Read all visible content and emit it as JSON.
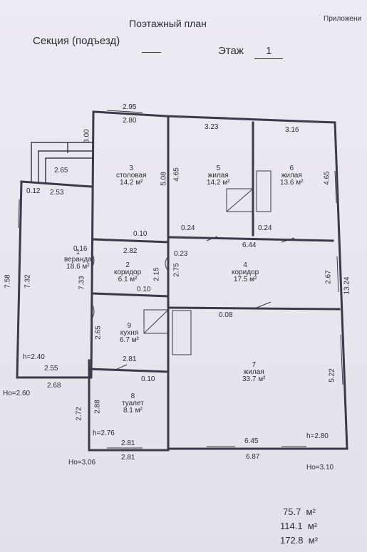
{
  "header": {
    "title": "Поэтажный план",
    "appendix": "Приложени",
    "section_label": "Секция (подъезд)",
    "floor_label": "Этаж",
    "floor_value": "1"
  },
  "rooms": [
    {
      "num": "1",
      "name": "веранда",
      "area": "18.6 м²"
    },
    {
      "num": "2",
      "name": "коридор",
      "area": "6.1 м²"
    },
    {
      "num": "3",
      "name": "столовая",
      "area": "14.2 м²"
    },
    {
      "num": "4",
      "name": "коридор",
      "area": "17.5 м²"
    },
    {
      "num": "5",
      "name": "жилая",
      "area": "14.2 м²"
    },
    {
      "num": "6",
      "name": "жилая",
      "area": "13.6 м²"
    },
    {
      "num": "7",
      "name": "жилая",
      "area": "33.7 м²"
    },
    {
      "num": "8",
      "name": "туалет",
      "area": "8.1 м²"
    },
    {
      "num": "9",
      "name": "кухня",
      "area": "6.7 м²"
    }
  ],
  "dims": {
    "top_2_95": "2.95",
    "top_2_80": "2.80",
    "top_3_23": "3.23",
    "top_3_16": "3.16",
    "v_3_00": "3.00",
    "v_2_65_porch": "2.65",
    "v_0_12": "0.12",
    "v_2_53": "2.53",
    "v_5_08": "5.08",
    "v_4_65a": "4.65",
    "v_4_65b": "4.65",
    "d_0_24a": "0.24",
    "d_0_24b": "0.24",
    "d_6_44": "6.44",
    "d_0_10a": "0.10",
    "d_0_16": "0.16",
    "d_2_82": "2.82",
    "d_0_23": "0.23",
    "d_2_15": "2.15",
    "d_2_75": "2.75",
    "d_0_10b": "0.10",
    "d_7_58": "7.58",
    "d_7_32": "7.32",
    "d_7_33": "7.33",
    "d_2_67": "2.67",
    "d_13_24": "13.24",
    "d_0_08": "0.08",
    "d_2_65k": "2.65",
    "d_h240": "h=2.40",
    "d_2_55": "2.55",
    "d_2_68": "2.68",
    "d_ho260": "Hо=2.60",
    "d_2_81a": "2.81",
    "d_0_10c": "0.10",
    "d_5_22": "5.22",
    "d_2_72": "2.72",
    "d_2_88": "2.88",
    "d_h276": "h=2.76",
    "d_2_81b": "2.81",
    "d_2_81c": "2.81",
    "d_6_45": "6.45",
    "d_h280": "h=2.80",
    "d_6_87": "6.87",
    "d_ho306": "Hо=3.06",
    "d_ho310": "Hо=3.10"
  },
  "totals": [
    {
      "value": "75.7",
      "unit": "м²"
    },
    {
      "value": "114.1",
      "unit": "м²"
    },
    {
      "value": "172.8",
      "unit": "м²"
    }
  ]
}
